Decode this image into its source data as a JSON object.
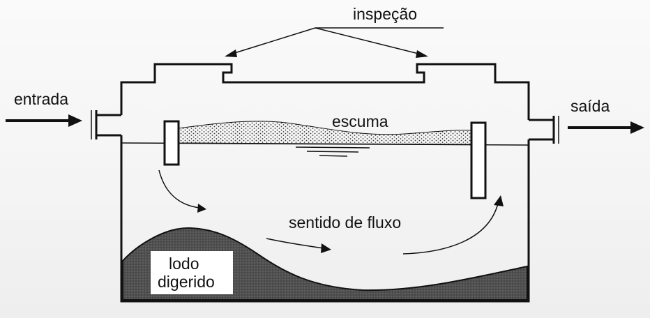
{
  "labels": {
    "inspection": "inspeção",
    "inlet": "entrada",
    "outlet": "saída",
    "scum": "escuma",
    "flow_direction": "sentido de fluxo",
    "sludge_line1": "lodo",
    "sludge_line2": "digerido"
  },
  "colors": {
    "ink": "#111111",
    "sludge_fill": "#555555",
    "scum_dots": "#333333",
    "background": "#f6f6f6"
  },
  "icons": {
    "inlet": "right-arrow",
    "outlet": "right-arrow",
    "flow": "curved-arrow"
  }
}
